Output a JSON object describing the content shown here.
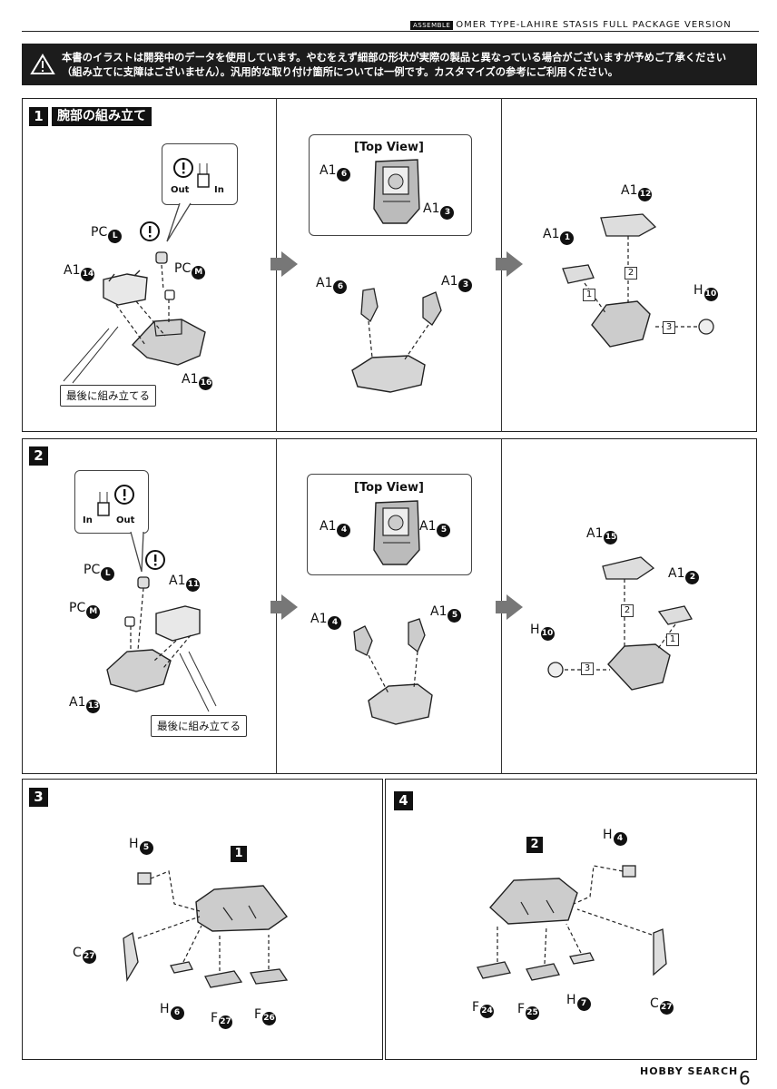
{
  "header": {
    "tag": "ASSEMBLE",
    "title": "OMER TYPE-LAHIRE STASIS FULL PACKAGE VERSION"
  },
  "warning": {
    "line1": "本書のイラストは開発中のデータを使用しています。やむをえず細部の形状が実際の製品と異なっている場合がございますが予めご了承ください",
    "line2": "（組み立てに支障はございません）。汎用的な取り付け箇所については一例です。カスタマイズの参考にご利用ください。"
  },
  "step1": {
    "number": "1",
    "title": "腕部の組み立て",
    "callout": {
      "out": "Out",
      "in": "In"
    },
    "labels": {
      "pcl": "PC",
      "pcl_n": "L",
      "pcm": "PC",
      "pcm_n": "M",
      "a14": "A1",
      "a14_n": "14",
      "a16": "A1",
      "a16_n": "16"
    },
    "note": "最後に組み立てる",
    "top_view": {
      "title": "[Top View]",
      "left": "A1",
      "left_n": "6",
      "right": "A1",
      "right_n": "3"
    },
    "mid_labels": {
      "l": "A1",
      "l_n": "6",
      "r": "A1",
      "r_n": "3"
    },
    "right_labels": {
      "a12": "A1",
      "a12_n": "12",
      "a1": "A1",
      "a1_n": "1",
      "h": "H",
      "h_n": "10"
    },
    "seq": [
      "1",
      "2",
      "3"
    ]
  },
  "step2": {
    "number": "2",
    "callout": {
      "in": "In",
      "out": "Out"
    },
    "labels": {
      "pcl": "PC",
      "pcl_n": "L",
      "pcm": "PC",
      "pcm_n": "M",
      "a11": "A1",
      "a11_n": "11",
      "a13": "A1",
      "a13_n": "13"
    },
    "note": "最後に組み立てる",
    "top_view": {
      "title": "[Top View]",
      "left": "A1",
      "left_n": "4",
      "right": "A1",
      "right_n": "5"
    },
    "mid_labels": {
      "l": "A1",
      "l_n": "4",
      "r": "A1",
      "r_n": "5"
    },
    "right_labels": {
      "a15": "A1",
      "a15_n": "15",
      "a2": "A1",
      "a2_n": "2",
      "h": "H",
      "h_n": "10"
    },
    "seq": [
      "1",
      "2",
      "3"
    ]
  },
  "step3": {
    "number": "3",
    "sub": "1",
    "labels": {
      "h5": "H",
      "h5_n": "5",
      "c27": "C",
      "c27_n": "27",
      "h6": "H",
      "h6_n": "6",
      "f27": "F",
      "f27_n": "27",
      "f26": "F",
      "f26_n": "26"
    }
  },
  "step4": {
    "number": "4",
    "sub": "2",
    "labels": {
      "h4": "H",
      "h4_n": "4",
      "c27": "C",
      "c27_n": "27",
      "h7": "H",
      "h7_n": "7",
      "f24": "F",
      "f24_n": "24",
      "f25": "F",
      "f25_n": "25"
    }
  },
  "footer": {
    "brand": "HOBBY SEARCH",
    "page": "6"
  }
}
